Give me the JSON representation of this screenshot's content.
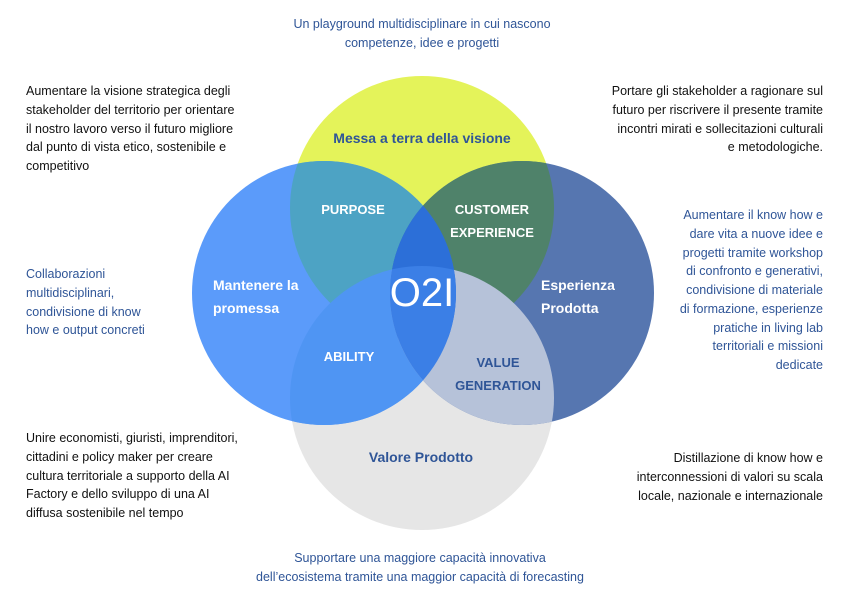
{
  "diagram": {
    "center_label": "O2I",
    "circles": {
      "top": "Messa a terra della visione",
      "left": [
        "Mantenere la",
        "promessa"
      ],
      "right": [
        "Esperienza",
        "Prodotta"
      ],
      "bottom": "Valore Prodotto"
    },
    "intersections": {
      "top_left": "PURPOSE",
      "top_right": [
        "CUSTOMER",
        "EXPERIENCE"
      ],
      "bottom_left": "ABILITY",
      "bottom_right": [
        "VALUE",
        "GENERATION"
      ]
    }
  },
  "notes": {
    "top": [
      "Un playground multidisciplinare in cui nascono",
      "competenze, idee e progetti"
    ],
    "top_left": [
      "Aumentare la visione strategica degli",
      "stakeholder del territorio per orientare",
      "il nostro lavoro verso il futuro migliore",
      "dal punto di vista etico, sostenibile e",
      "competitivo"
    ],
    "top_right": [
      "Portare gli stakeholder a ragionare sul",
      "futuro per riscrivere il presente tramite",
      "incontri mirati e sollecitazioni culturali",
      "e metodologiche."
    ],
    "left": [
      "Collaborazioni",
      "multidisciplinari,",
      "condivisione di know",
      "how e output concreti"
    ],
    "right": [
      "Aumentare il know how e",
      "dare vita a nuove idee e",
      "progetti tramite workshop",
      "di confronto e generativi,",
      "condivisione di materiale",
      "di formazione, esperienze",
      "pratiche in living lab",
      "territoriali e missioni",
      "dedicate"
    ],
    "bottom_left": [
      "Unire economisti, giuristi, imprenditori,",
      "cittadini e policy maker per creare",
      "cultura territoriale a supporto della AI",
      "Factory e dello sviluppo di una AI",
      "diffusa sostenibile nel tempo"
    ],
    "bottom_right": [
      "Distillazione di know how e",
      "interconnessioni di valori su scala",
      "locale, nazionale e internazionale"
    ],
    "bottom": [
      "Supportare una maggiore capacità innovativa",
      "dell’ecosistema tramite una maggior capacità di forecasting"
    ]
  },
  "colors": {
    "top_circle": "#e4f35a",
    "left_circle": "#5b9bfa",
    "right_circle": "#5676b0",
    "bottom_circle": "#e6e6e6",
    "label_blue": "#2f5597",
    "text_dark": "#111111"
  }
}
